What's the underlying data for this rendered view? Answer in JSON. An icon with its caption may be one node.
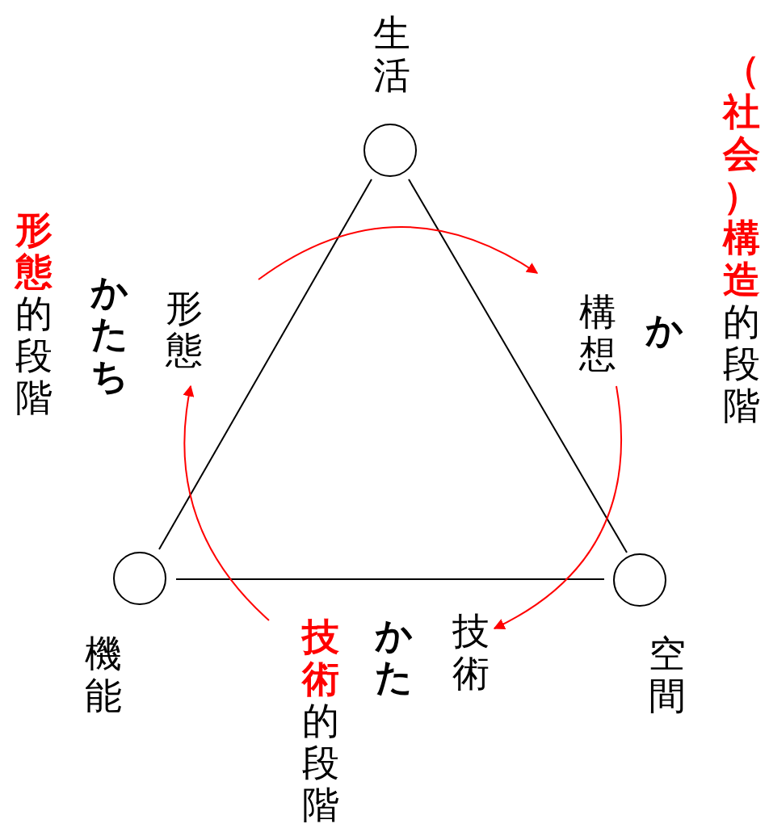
{
  "diagram": {
    "nodes": [
      {
        "text": [],
        "shape": "circle",
        "beside": [
          "生活"
        ]
      },
      {
        "text": [],
        "shape": "circle",
        "beside": [
          "機能"
        ]
      },
      {
        "text": [],
        "shape": "circle",
        "beside": [
          "空間"
        ]
      },
      {
        "text": [
          "形態"
        ]
      },
      {
        "text": [
          "構想"
        ]
      },
      {
        "text": [
          "技術"
        ]
      }
    ],
    "edges": [
      {
        "from": 0,
        "to": 1,
        "arrow": "none"
      },
      {
        "from": 0,
        "to": 2,
        "arrow": "none"
      },
      {
        "from": 1,
        "to": 2,
        "arrow": "none"
      },
      {
        "from": 3,
        "to": 4,
        "arrow": "to",
        "color": "#ff0000"
      },
      {
        "from": 4,
        "to": 5,
        "arrow": "to",
        "color": "#ff0000"
      },
      {
        "from": null,
        "to": 3,
        "arrow": "to",
        "color": "#ff0000"
      }
    ],
    "labels": [
      "**形態**的段階",
      "かたち",
      "**（社会）構造**的段階",
      "か",
      "**技術**的段階",
      "かた"
    ]
  }
}
